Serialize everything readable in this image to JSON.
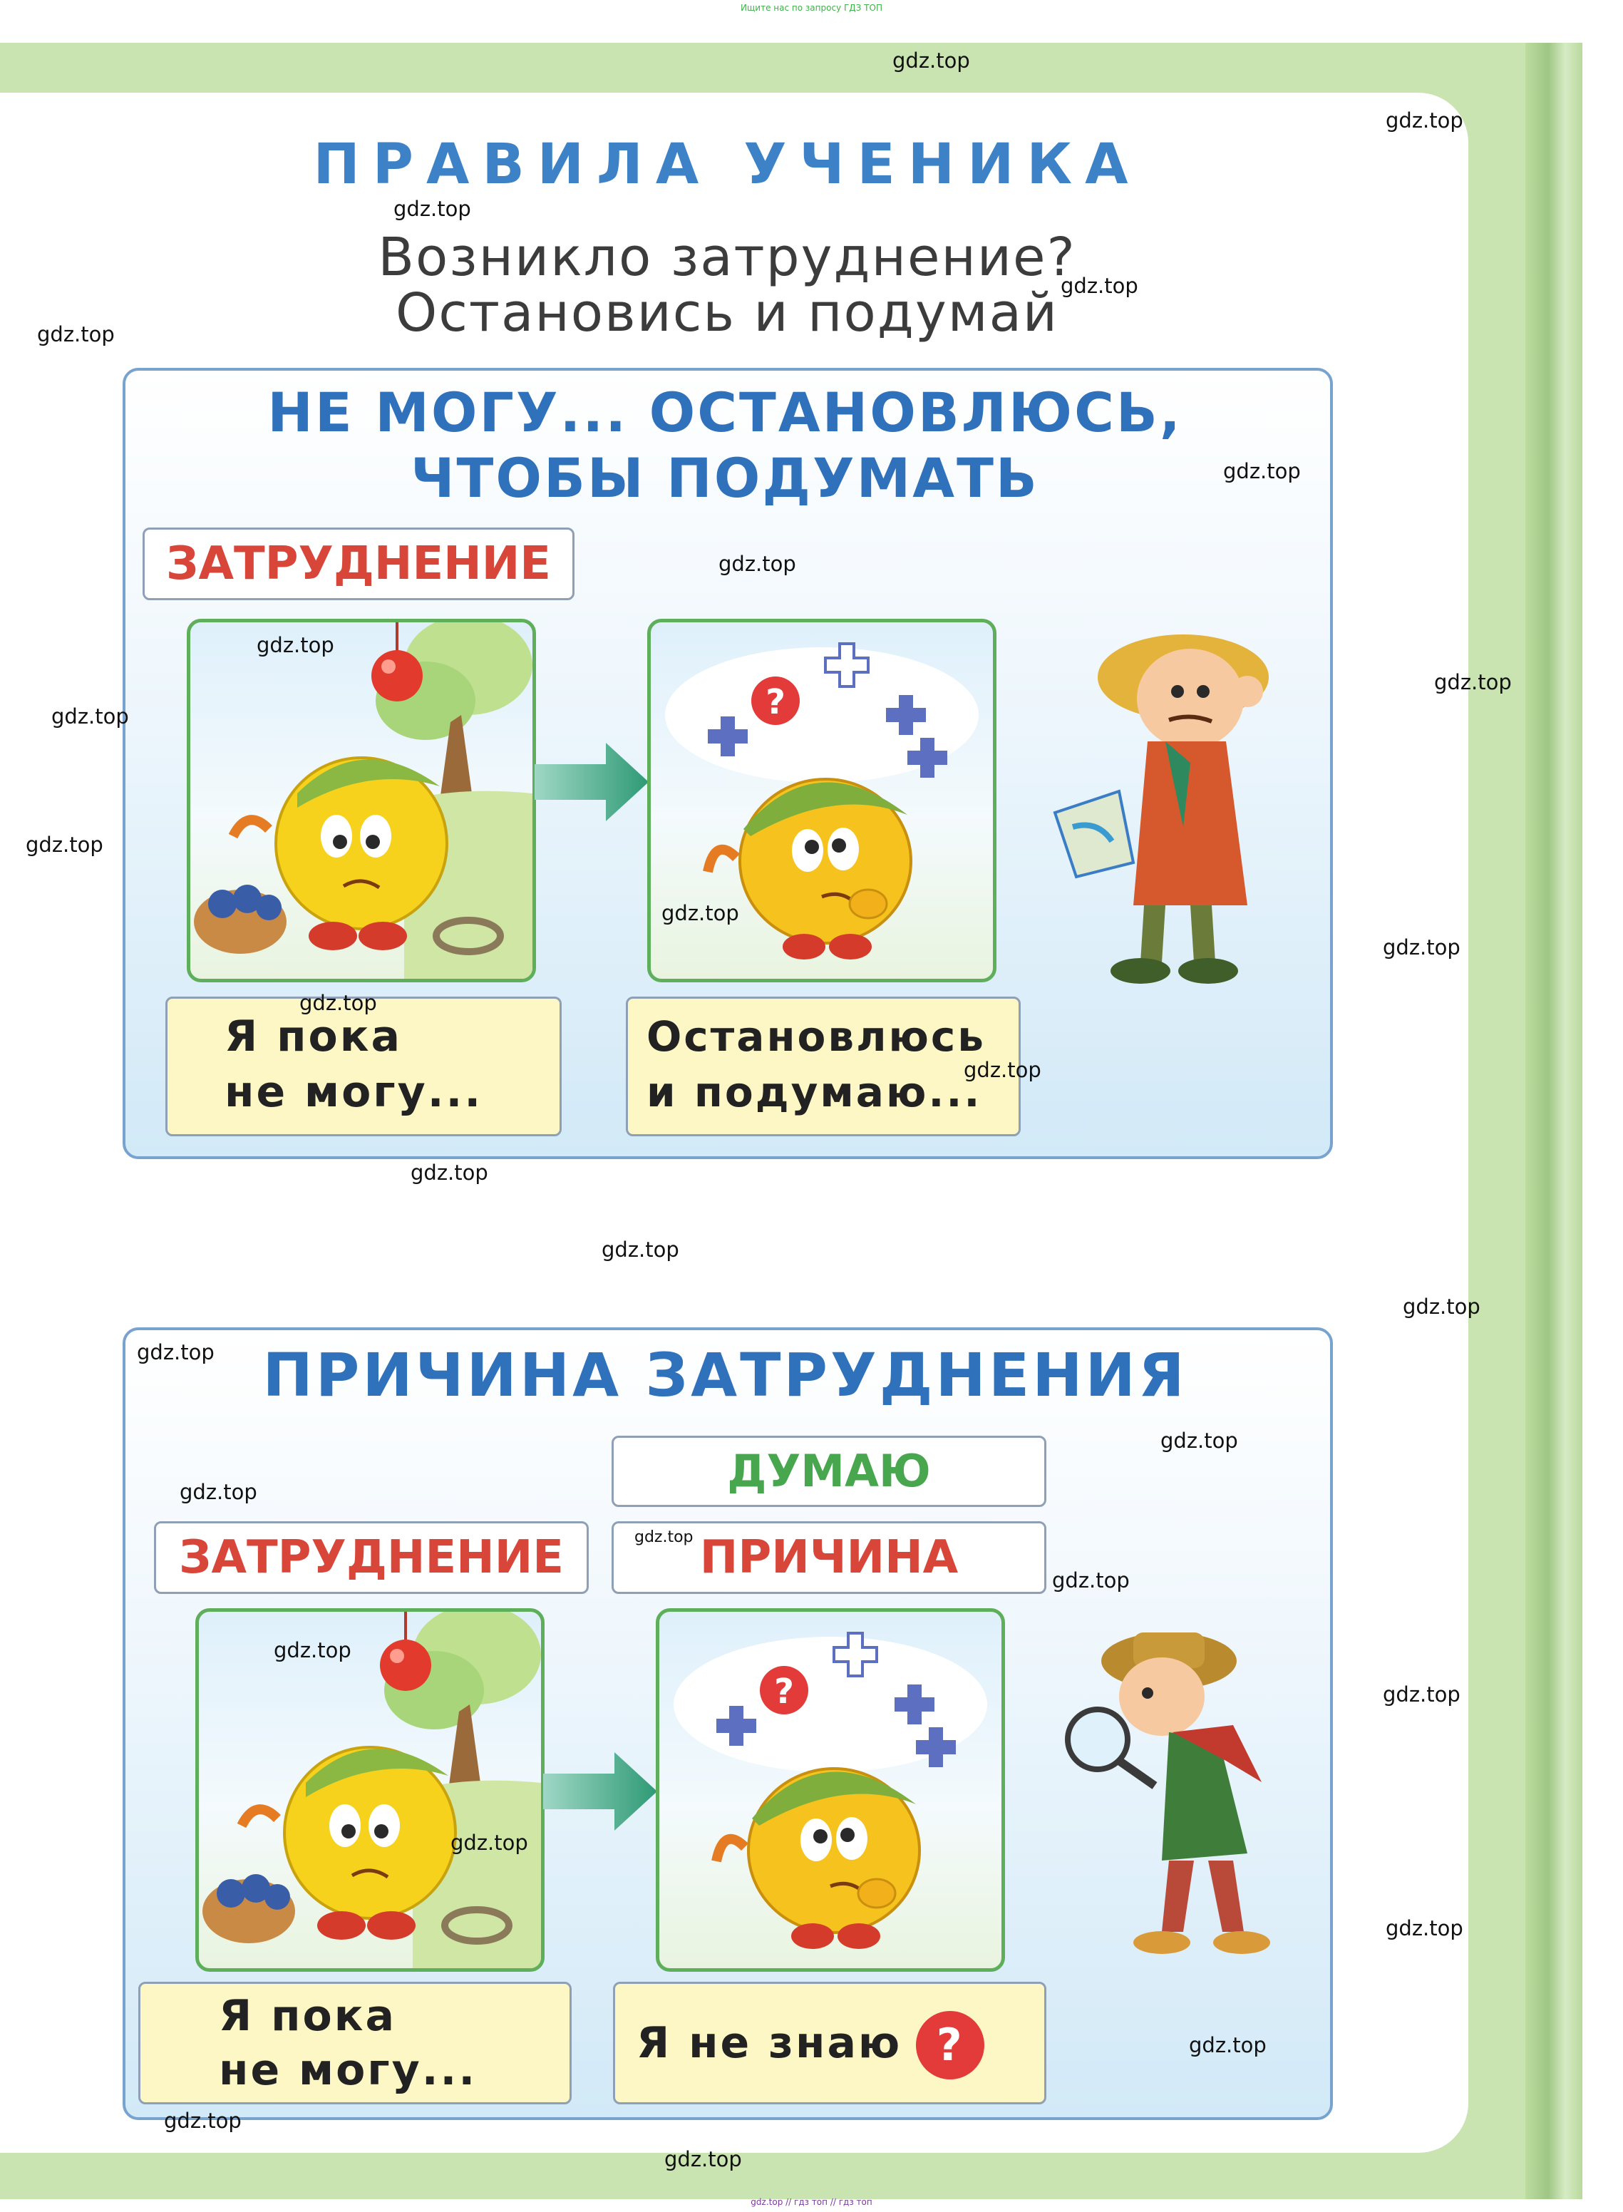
{
  "header_note": "Ищите нас по запросу ГДЗ ТОП",
  "footer_note": "gdz.top // гдз топ // гдз топ",
  "page": {
    "title": "ПРАВИЛА  УЧЕНИКА",
    "subtitle_line1": "Возникло  затруднение?",
    "subtitle_line2": "Остановись  и  подумай"
  },
  "panel1": {
    "title_line1": "НЕ  МОГУ...  ОСТАНОВЛЮСЬ,",
    "title_line2": "ЧТОБЫ  ПОДУМАТЬ",
    "label": "ЗАТРУДНЕНИЕ",
    "box_left_line1": "Я  пока",
    "box_left_line2": "не  могу...",
    "box_right_line1": "Остановлюсь",
    "box_right_line2": "и  подумаю..."
  },
  "panel2": {
    "title": "ПРИЧИНА  ЗАТРУДНЕНИЯ",
    "label_think": "ДУМАЮ",
    "label_left": "ЗАТРУДНЕНИЕ",
    "label_right": "ПРИЧИНА",
    "box_left_line1": "Я  пока",
    "box_left_line2": "не  могу...",
    "box_right": "Я  не  знаю",
    "question_mark": "?"
  },
  "watermark": "gdz.top",
  "watermark_small": "gdz.top",
  "colors": {
    "title_blue": "#3d82c6",
    "label_red": "#d8463a",
    "label_green": "#48a64e",
    "frame_green": "#c9e4b0"
  }
}
